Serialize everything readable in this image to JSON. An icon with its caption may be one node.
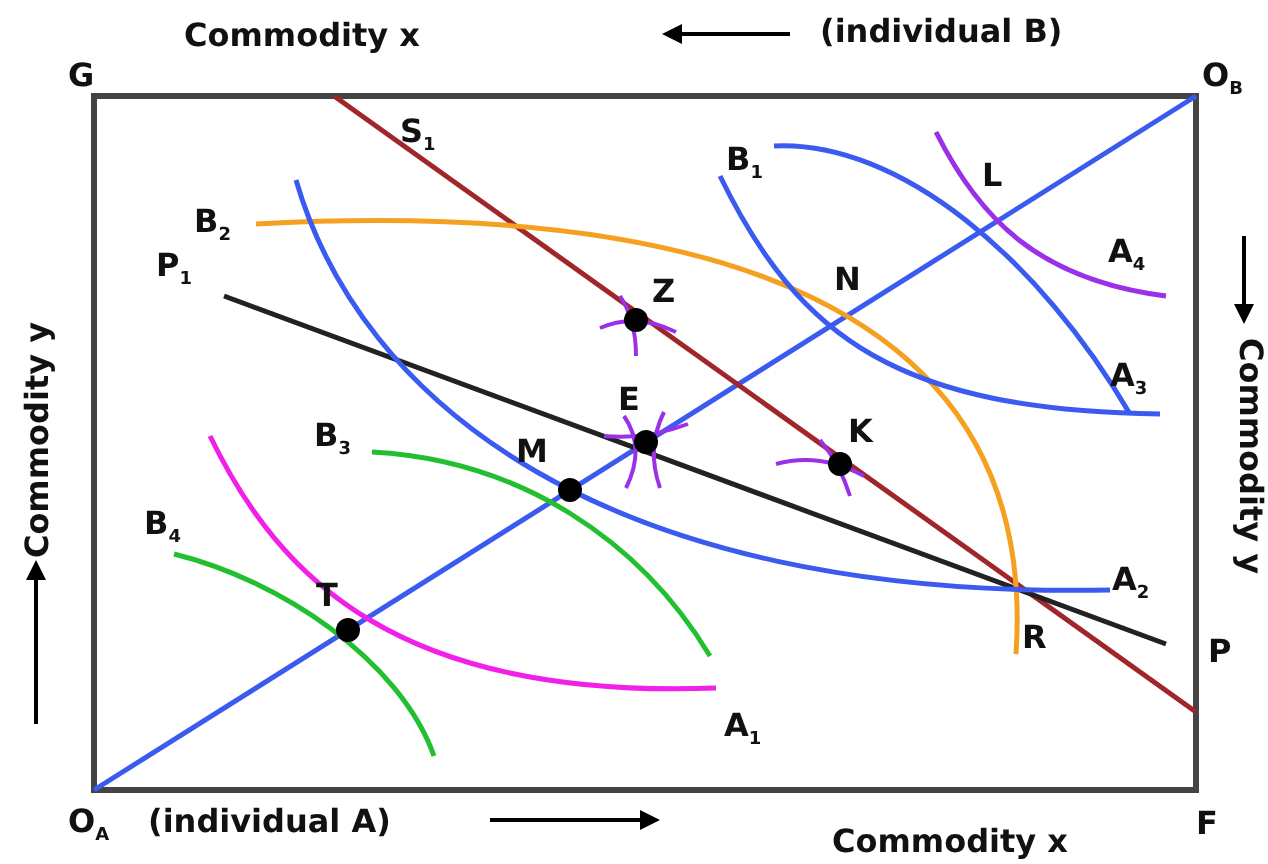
{
  "diagram": {
    "labels": [
      "Commodity x",
      "(individual B)",
      "G",
      "O$_{B}$",
      "S$_{1}$",
      "B$_{1}$",
      "L",
      "B$_{2}$",
      "P$_{1}$",
      "Z",
      "N",
      "A$_{4}$",
      "Commodity y",
      "Commodity y",
      "A$_{3}$",
      "K",
      "E",
      "B$_{3}$",
      "M",
      "B$_{4}$",
      "T",
      "A$_{2}$",
      "R",
      "P",
      "A$_{1}$",
      "O$_{A}$",
      "(individual A)",
      "Commodity x",
      "F"
    ]
  }
}
